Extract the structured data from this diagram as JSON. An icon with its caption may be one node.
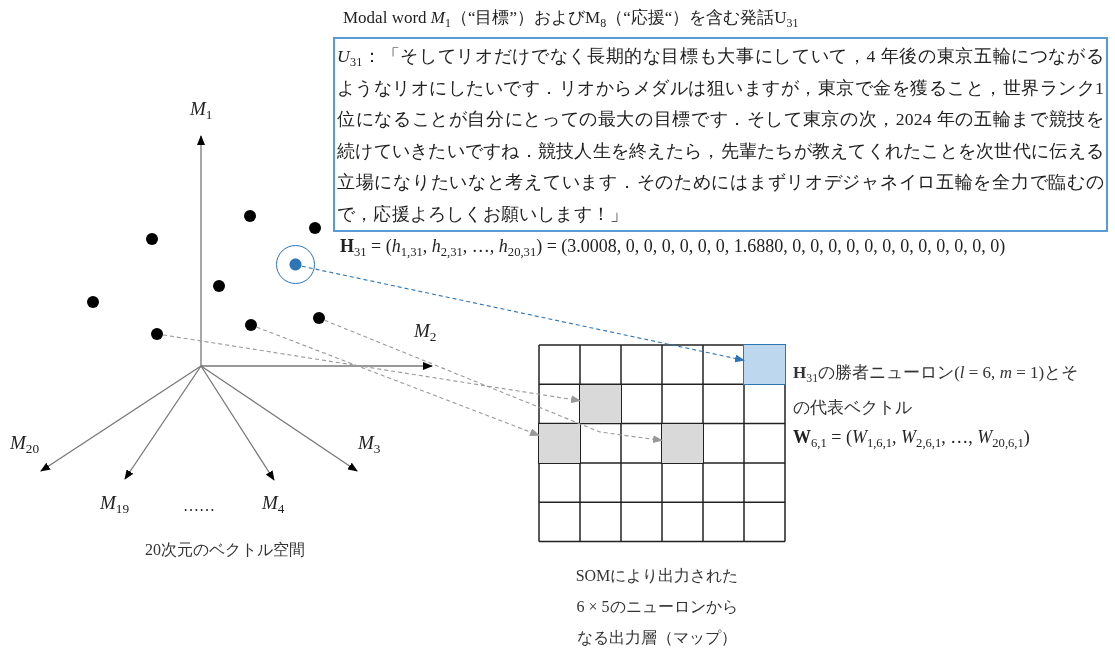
{
  "diagram": {
    "nodes": [
      {
        "text": [
          "Modal word *M*$_{1}$（“目標”）およびM$_{8}$（“応援“）を含む発話U$_{31}$",
          "*U*$_{31}$：「そしてリオだけでなく長期的な目標も大事にしていて，4 年後の東京五輪につながるようなリオにしたいです．リオからメダルは狙いますが，東京で金を獲ること，世界ランク1 位になることが自分にとっての最大の目標です．そして東京の次，2024 年の五輪まで競技を続けていきたいですね．競技人生を終えたら，先輩たちが教えてくれたことを次世代に伝える立場になりたいなと考えています．そのためにはまずリオデジャネイロ五輪を全力で臨むので，応援よろしくお願いします！」"
        ]
      },
      {
        "text": [],
        "shape": "circle"
      },
      {
        "text": [],
        "shape": "circle"
      },
      {
        "text": [],
        "shape": "circle"
      },
      {
        "text": [],
        "shape": "circle"
      },
      {
        "text": [],
        "shape": "circle"
      },
      {
        "text": [],
        "shape": "circle"
      },
      {
        "text": [],
        "shape": "circle"
      },
      {
        "text": [],
        "shape": "circle"
      },
      {
        "text": [],
        "shape": "circle"
      },
      {
        "text": [],
        "shape": "box"
      },
      {
        "text": [],
        "shape": "box"
      },
      {
        "text": [],
        "shape": "box"
      },
      {
        "text": [],
        "shape": "box"
      }
    ],
    "edges": [
      {
        "from": 3,
        "to": 11,
        "arrow": "to",
        "style": "dashed"
      },
      {
        "from": 6,
        "to": 12,
        "arrow": "to",
        "style": "dashed"
      },
      {
        "from": 9,
        "to": 13,
        "arrow": "to",
        "style": "dashed"
      },
      {
        "from": 7,
        "to": 10,
        "arrow": "to",
        "style": "dashed",
        "color": "#2e75b6"
      }
    ],
    "labels": [
      "*M*$_{1}$",
      "**H**$_{31}$ = (*h*$_{1,31}$, *h*$_{2,31}$, …, *h*$_{20,31}$) = (3.0008, 0, 0, 0, 0, 0, 0, 1.6880, 0, 0, 0, 0, 0, 0, 0, 0, 0, 0, 0, 0)",
      "*M*$_{2}$",
      "**H**$_{31}$の勝者ニューロン(*l* = 6, *m* = 1)とその代表ベクトル",
      "**W**$_{6,1}$ = (*W*$_{1,6,1}$, *W*$_{2,6,1}$, …, *W*$_{20,6,1}$)",
      "*M*$_{20}$",
      "*M*$_{3}$",
      "*M*$_{19}$",
      "……",
      "*M*$_{4}$",
      "20次元のベクトル空間",
      "SOMにより出力された6 × 5のニューロンからなる出力層（マップ）"
    ]
  }
}
